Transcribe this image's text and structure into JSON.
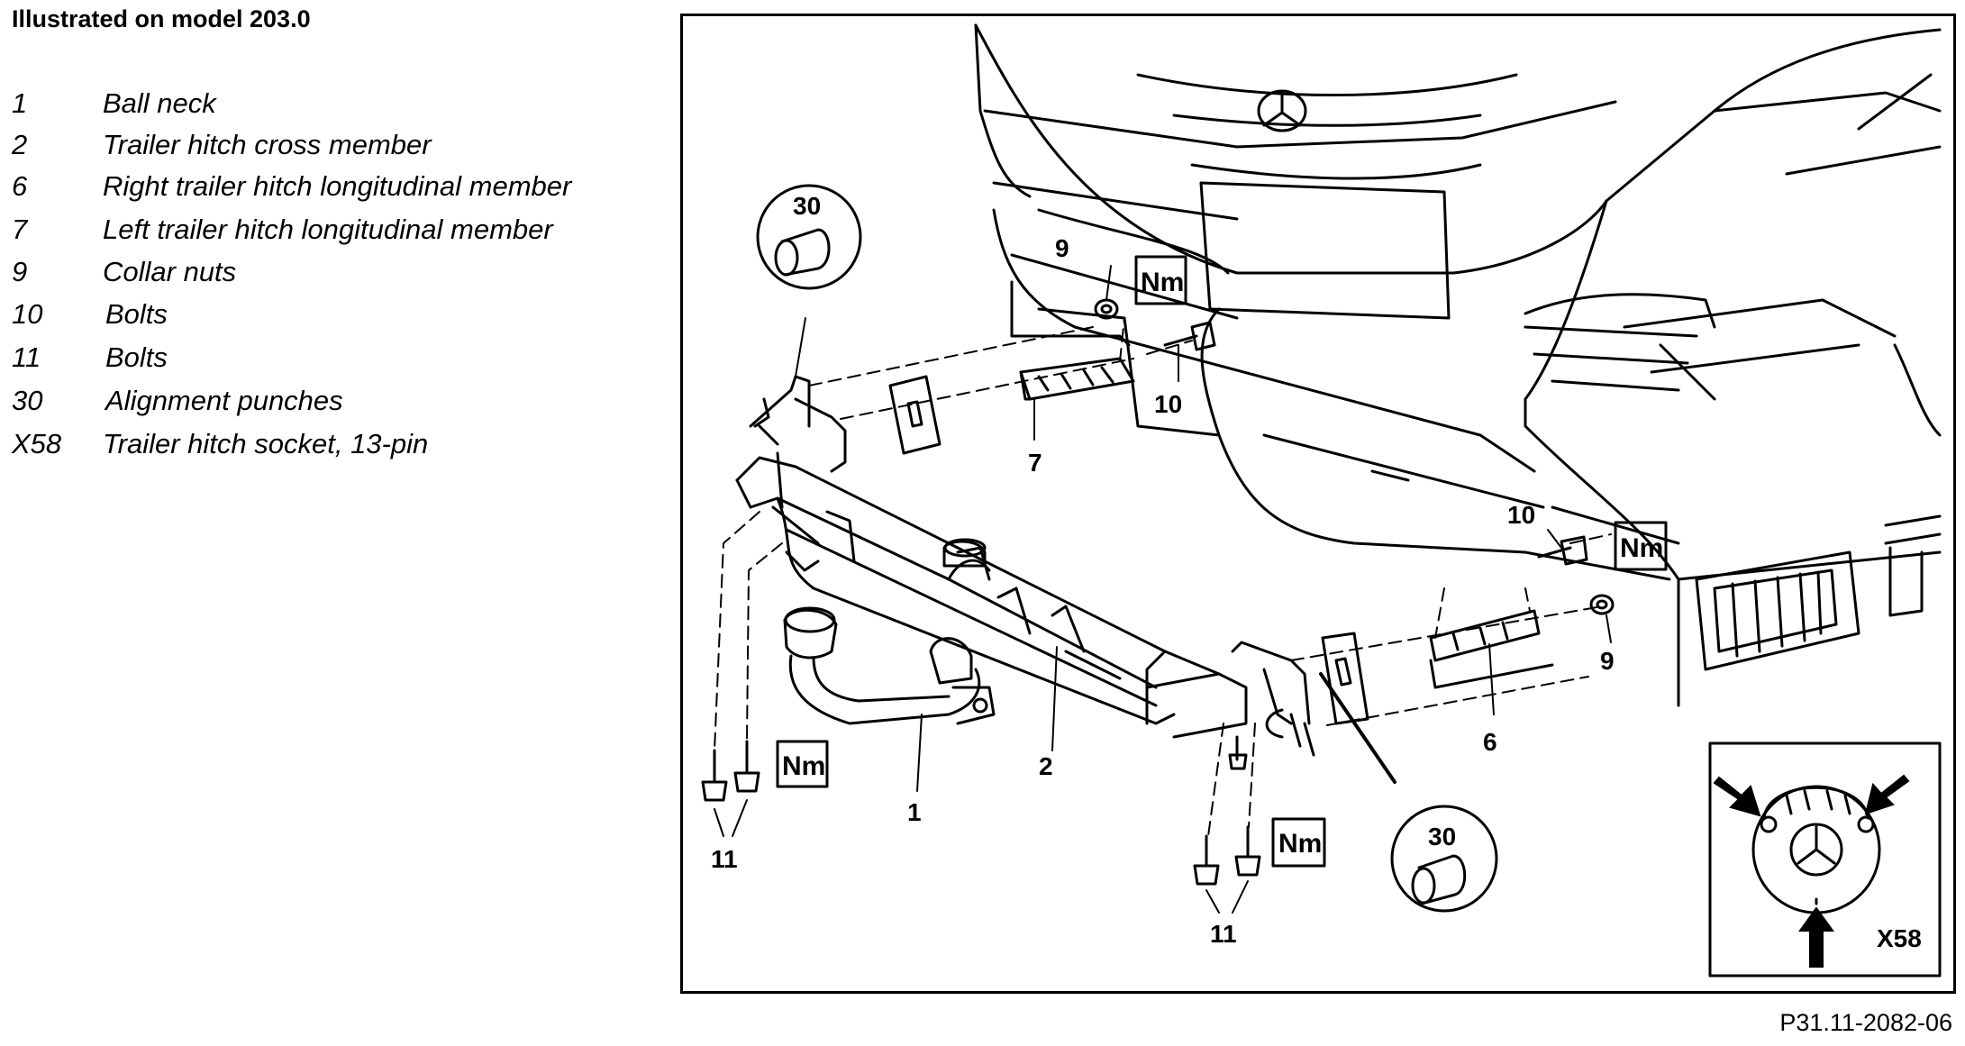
{
  "title": "Illustrated on model 203.0",
  "legend": [
    {
      "num": "1",
      "text": "Ball neck"
    },
    {
      "num": "2",
      "text": "Trailer hitch cross member"
    },
    {
      "num": "6",
      "text": "Right trailer hitch longitudinal member"
    },
    {
      "num": "7",
      "text": "Left trailer hitch longitudinal member"
    },
    {
      "num": "9",
      "text": "Collar nuts"
    },
    {
      "num": "10",
      "text": "Bolts"
    },
    {
      "num": "11",
      "text": "Bolts"
    },
    {
      "num": "30",
      "text": "Alignment punches"
    },
    {
      "num": "X58",
      "text": "Trailer hitch socket, 13-pin"
    }
  ],
  "callouts": {
    "c1": "1",
    "c2": "2",
    "c6": "6",
    "c7": "7",
    "c9a": "9",
    "c9b": "9",
    "c10a": "10",
    "c10b": "10",
    "c11a": "11",
    "c11b": "11",
    "c30a": "30",
    "c30b": "30",
    "cx58": "X58"
  },
  "torque_label": "Nm",
  "figure_ref": "P31.11-2082-06"
}
